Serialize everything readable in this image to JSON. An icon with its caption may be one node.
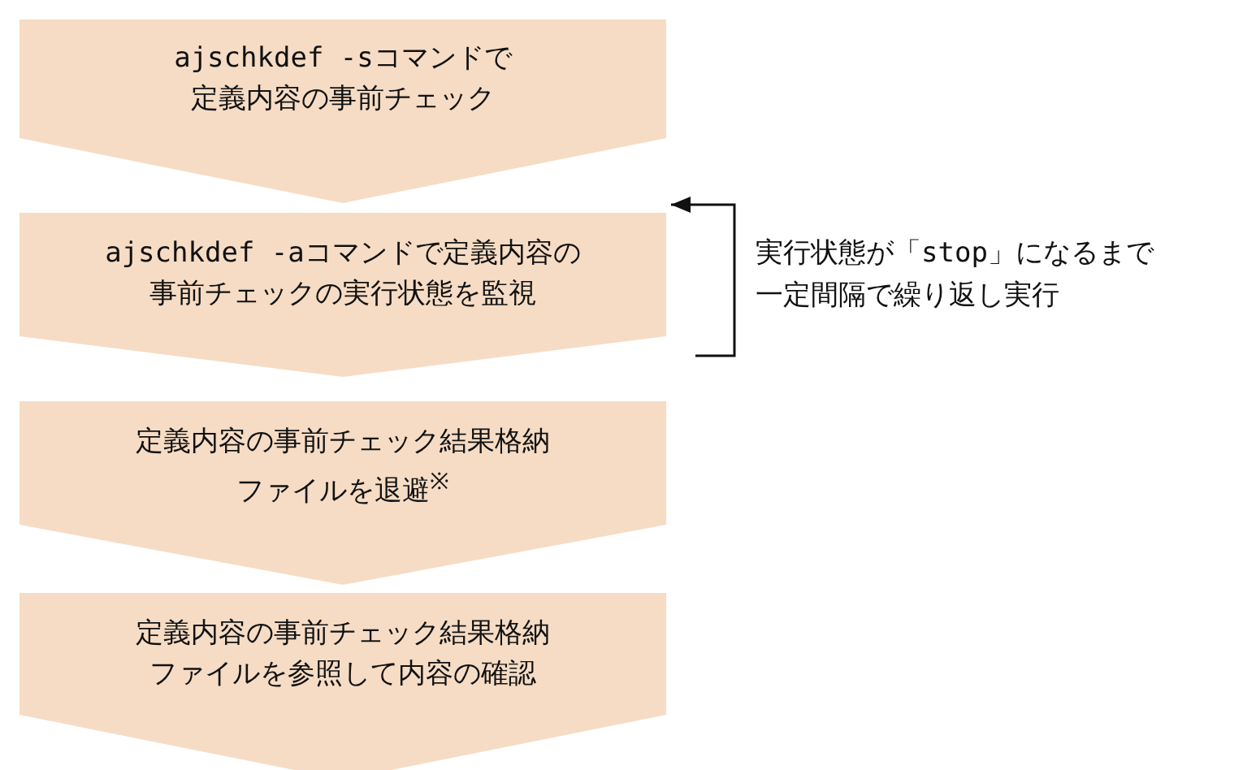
{
  "diagram": {
    "nodes": [
      {
        "text": [
          "ajschkdef -sコマンドで定義内容の事前チェック"
        ]
      },
      {
        "text": [
          "ajschkdef -aコマンドで定義内容の事前チェックの実行状態を監視"
        ]
      },
      {
        "text": [
          "定義内容の事前チェック結果格納ファイルを退避$^{※}$"
        ]
      },
      {
        "text": [
          "定義内容の事前チェック結果格納ファイルを参照して内容の確認"
        ]
      }
    ],
    "edges": [
      {
        "from": 1,
        "to": 1,
        "arrow": "to",
        "label": "実行状態が「stop」になるまで一定間隔で繰り返し実行"
      }
    ]
  }
}
